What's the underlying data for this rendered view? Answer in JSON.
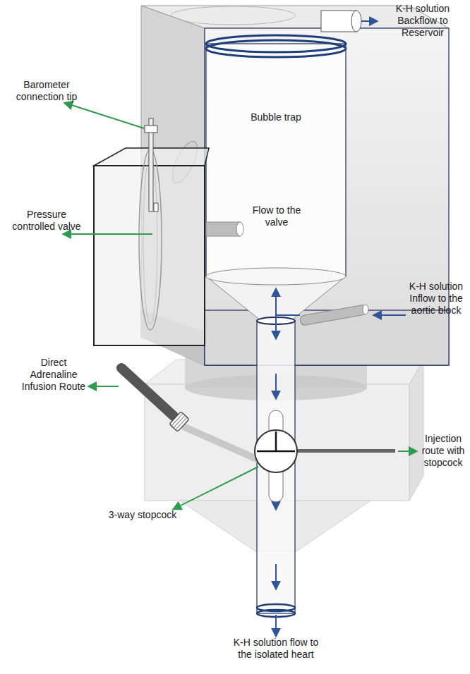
{
  "diagram": {
    "labels": [
      "K-H solution Backflow to Reservoir",
      "Barometer connection tip",
      "Bubble trap",
      "Pressure controlled valve",
      "Flow to the valve",
      "K-H solution Inflow to the aortic block",
      "Direct Adrenaline Infusion Route",
      "Injection route with stopcock",
      "3-way stopcock",
      "K-H solution flow to the isolated heart"
    ]
  }
}
